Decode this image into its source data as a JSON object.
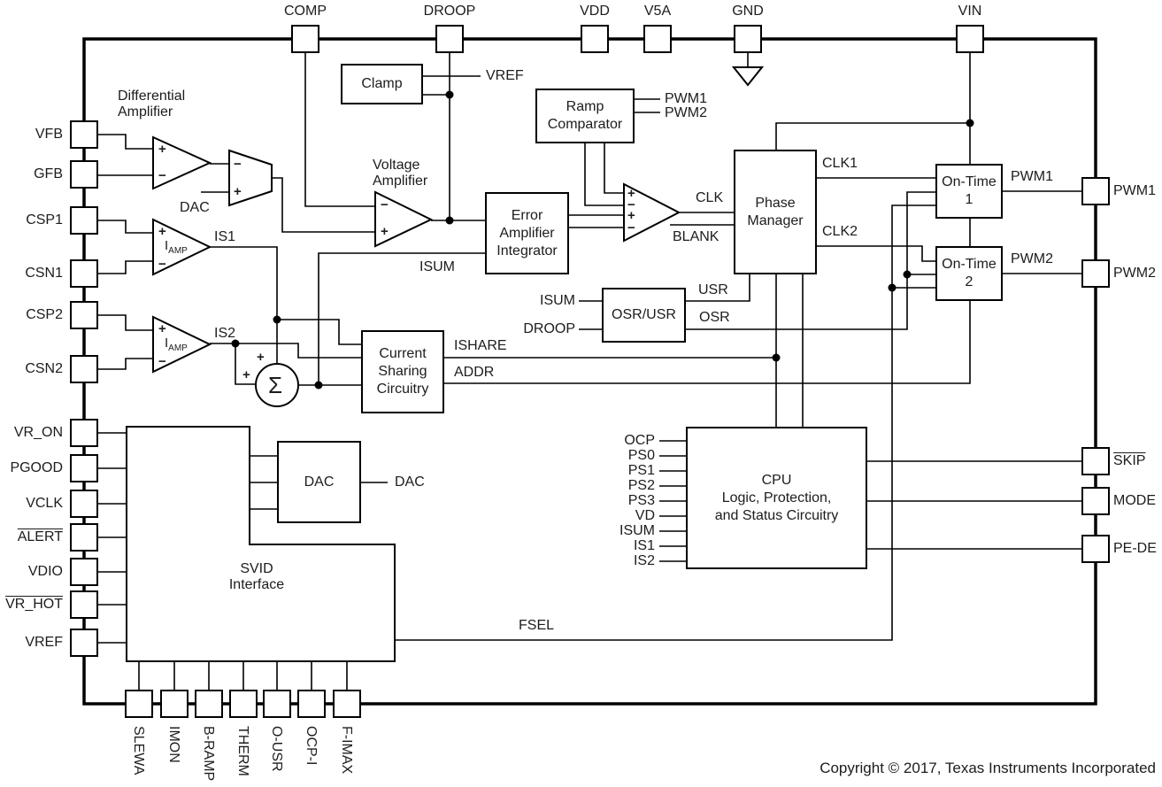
{
  "pins": {
    "top": [
      "COMP",
      "DROOP",
      "VDD",
      "V5A",
      "GND",
      "VIN"
    ],
    "left": [
      "VFB",
      "GFB",
      "CSP1",
      "CSN1",
      "CSP2",
      "CSN2",
      "VR_ON",
      "PGOOD",
      "VCLK",
      "ALERT",
      "VDIO",
      "VR_HOT",
      "VREF"
    ],
    "right": [
      "PWM1",
      "PWM2",
      "SKIP",
      "MODE",
      "PE-DE"
    ],
    "bottom": [
      "SLEWA",
      "IMON",
      "B-RAMP",
      "THERM",
      "O-USR",
      "OCP-I",
      "F-IMAX"
    ]
  },
  "blocks": {
    "clamp": "Clamp",
    "ramp_comparator": [
      "Ramp",
      "Comparator"
    ],
    "error_amp": [
      "Error",
      "Amplifier",
      "Integrator"
    ],
    "osr_usr": "OSR/USR",
    "phase_manager": [
      "Phase",
      "Manager"
    ],
    "on_time_1": [
      "On-Time",
      "1"
    ],
    "on_time_2": [
      "On-Time",
      "2"
    ],
    "current_sharing": [
      "Current",
      "Sharing",
      "Circuitry"
    ],
    "dac": "DAC",
    "svid": [
      "SVID",
      "Interface"
    ],
    "cpu": [
      "CPU",
      "Logic, Protection,",
      "and Status Circuitry"
    ]
  },
  "amplifiers": {
    "differential": [
      "Differential",
      "Amplifier"
    ],
    "voltage": [
      "Voltage",
      "Amplifier"
    ],
    "iamp_main": "I",
    "iamp_sub": "AMP",
    "plus": "+",
    "minus": "−",
    "sigma": "Σ"
  },
  "nets": {
    "vref": "VREF",
    "ramp_pwm1": "PWM1",
    "ramp_pwm2": "PWM2",
    "clk": "CLK",
    "blank": "BLANK",
    "clk1": "CLK1",
    "clk2": "CLK2",
    "usr": "USR",
    "osr": "OSR",
    "osr_in_isum": "ISUM",
    "osr_in_droop": "DROOP",
    "ishare": "ISHARE",
    "addr": "ADDR",
    "eai_isum": "ISUM",
    "is1": "IS1",
    "is2": "IS2",
    "dac_in": "DAC",
    "dac_out": "DAC",
    "fsel": "FSEL",
    "ot_pwm1": "PWM1",
    "ot_pwm2": "PWM2"
  },
  "cpu_inputs": [
    "OCP",
    "PS0",
    "PS1",
    "PS2",
    "PS3",
    "VD",
    "ISUM",
    "IS1",
    "IS2"
  ],
  "copyright": "Copyright © 2017, Texas Instruments Incorporated",
  "colors": {
    "line": "#000000",
    "text": "#1c1c1c",
    "background": "#ffffff"
  }
}
